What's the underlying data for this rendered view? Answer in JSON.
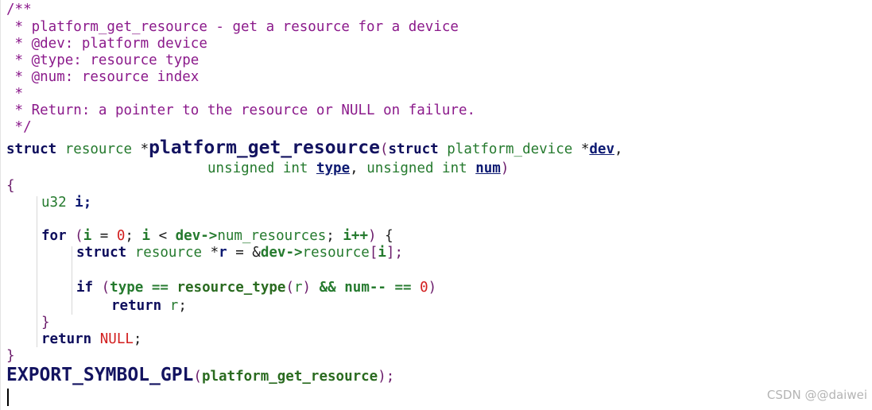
{
  "code": {
    "comment_lines": [
      "/**",
      " * platform_get_resource - get a resource for a device",
      " * @dev: platform device",
      " * @type: resource type",
      " * @num: resource index",
      " *",
      " * Return: a pointer to the resource or NULL on failure.",
      " */"
    ],
    "sig": {
      "struct": "struct",
      "resource": "resource",
      "star": " *",
      "name": "platform_get_resource",
      "lp": "(",
      "struct2": "struct",
      "pdev_type": "platform_device",
      "star2": " *",
      "dev": "dev",
      "comma": ",",
      "unsigned1": "unsigned int",
      "type": "type",
      "comma2": ",",
      "unsigned2": "unsigned int",
      "num": "num",
      "rp": ")"
    },
    "open_brace": "{",
    "decl": {
      "u32": "u32",
      "i": "i;"
    },
    "for_line": {
      "for": "for",
      "lp": "(",
      "i": "i",
      "eq": " = ",
      "zero": "0",
      "semi": "; ",
      "i2": "i",
      "lt": " < ",
      "dev": "dev->",
      "member": "num_resources",
      "semi2": "; ",
      "inc": "i++",
      "rp": ")",
      "brace": " {"
    },
    "struct_line": {
      "struct": "struct",
      "resource": "resource",
      "star": " *",
      "r": "r",
      "assign": " = &",
      "dev": "dev->",
      "member": "resource",
      "lb": "[",
      "i": "i",
      "rb": "];"
    },
    "if_line": {
      "if": "if",
      "lp": "(",
      "type": "type",
      "eq": " == ",
      "fn": "resource_type",
      "lp2": "(",
      "r": "r",
      "rp2": ")",
      "and": " && ",
      "num": "num--",
      "eq2": " == ",
      "zero": "0",
      "rp": ")"
    },
    "return_r": {
      "return": "return",
      "r": "r",
      "semi": ";"
    },
    "close_for": "}",
    "return_null": {
      "return": "return",
      "null": "NULL",
      "semi": ";"
    },
    "close_brace": "}",
    "export": {
      "macro": "EXPORT_SYMBOL_GPL",
      "lp": "(",
      "arg": "platform_get_resource",
      "rp": ");"
    }
  },
  "watermark": "CSDN @@daiwei"
}
